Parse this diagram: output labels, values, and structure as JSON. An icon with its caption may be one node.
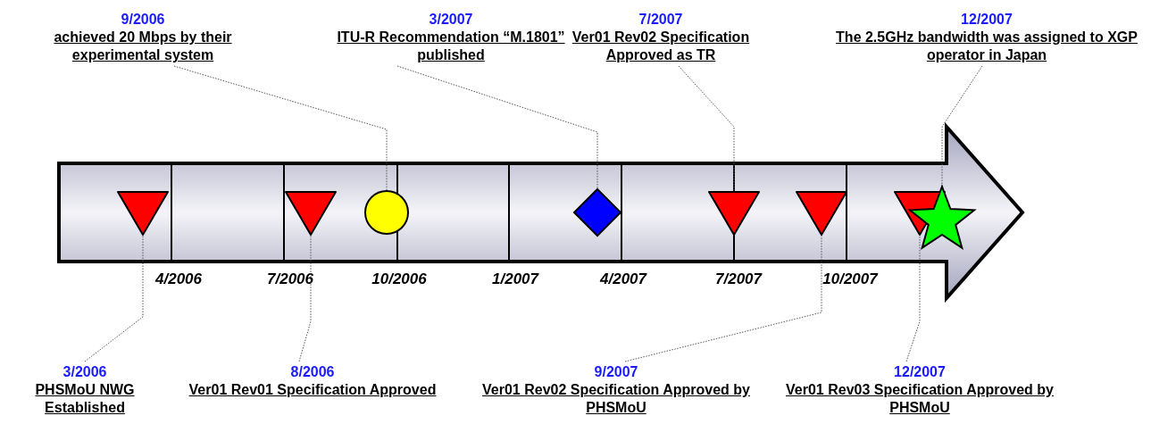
{
  "diagram": {
    "nodes": [
      {
        "text": [
          "9/2006",
          "achieved 20 Mbps by their experimental system"
        ]
      },
      {
        "text": [
          "3/2007",
          "ITU-R Recommendation “M.1801” published"
        ]
      },
      {
        "text": [
          "7/2007",
          "Ver01 Rev02 Specification Approved as TR"
        ]
      },
      {
        "text": [
          "12/2007",
          "The 2.5GHz bandwidth was assigned to XGP operator in Japan"
        ]
      },
      {
        "text": [],
        "shape": "triangle"
      },
      {
        "text": [],
        "shape": "triangle"
      },
      {
        "text": [],
        "shape": "circle"
      },
      {
        "text": [],
        "shape": "diamond"
      },
      {
        "text": [],
        "shape": "triangle"
      },
      {
        "text": [],
        "shape": "triangle"
      },
      {
        "text": [],
        "shape": "triangle"
      },
      {
        "text": [],
        "shape": "star"
      },
      {
        "text": [
          "3/2006",
          "PHSMoU NWG Established"
        ]
      },
      {
        "text": [
          "8/2006",
          "Ver01 Rev01 Specification Approved"
        ]
      },
      {
        "text": [
          "9/2007",
          "Ver01 Rev02 Specification Approved by PHSMoU"
        ]
      },
      {
        "text": [
          "12/2007",
          "Ver01 Rev03 Specification Approved by PHSMoU"
        ]
      }
    ],
    "edges": [
      {
        "from": 0,
        "to": 6,
        "arrow": "none"
      },
      {
        "from": 1,
        "to": 7,
        "arrow": "none"
      },
      {
        "from": 2,
        "to": 8,
        "arrow": "none"
      },
      {
        "from": 3,
        "to": 11,
        "arrow": "none"
      },
      {
        "from": 12,
        "to": 4,
        "arrow": "none"
      },
      {
        "from": 13,
        "to": 5,
        "arrow": "none"
      },
      {
        "from": 14,
        "to": 9,
        "arrow": "none"
      },
      {
        "from": 15,
        "to": 10,
        "arrow": "none"
      }
    ],
    "labels": [
      "4/2006",
      "7/2006",
      "10/2006",
      "1/2007",
      "4/2007",
      "7/2007",
      "10/2007"
    ]
  }
}
